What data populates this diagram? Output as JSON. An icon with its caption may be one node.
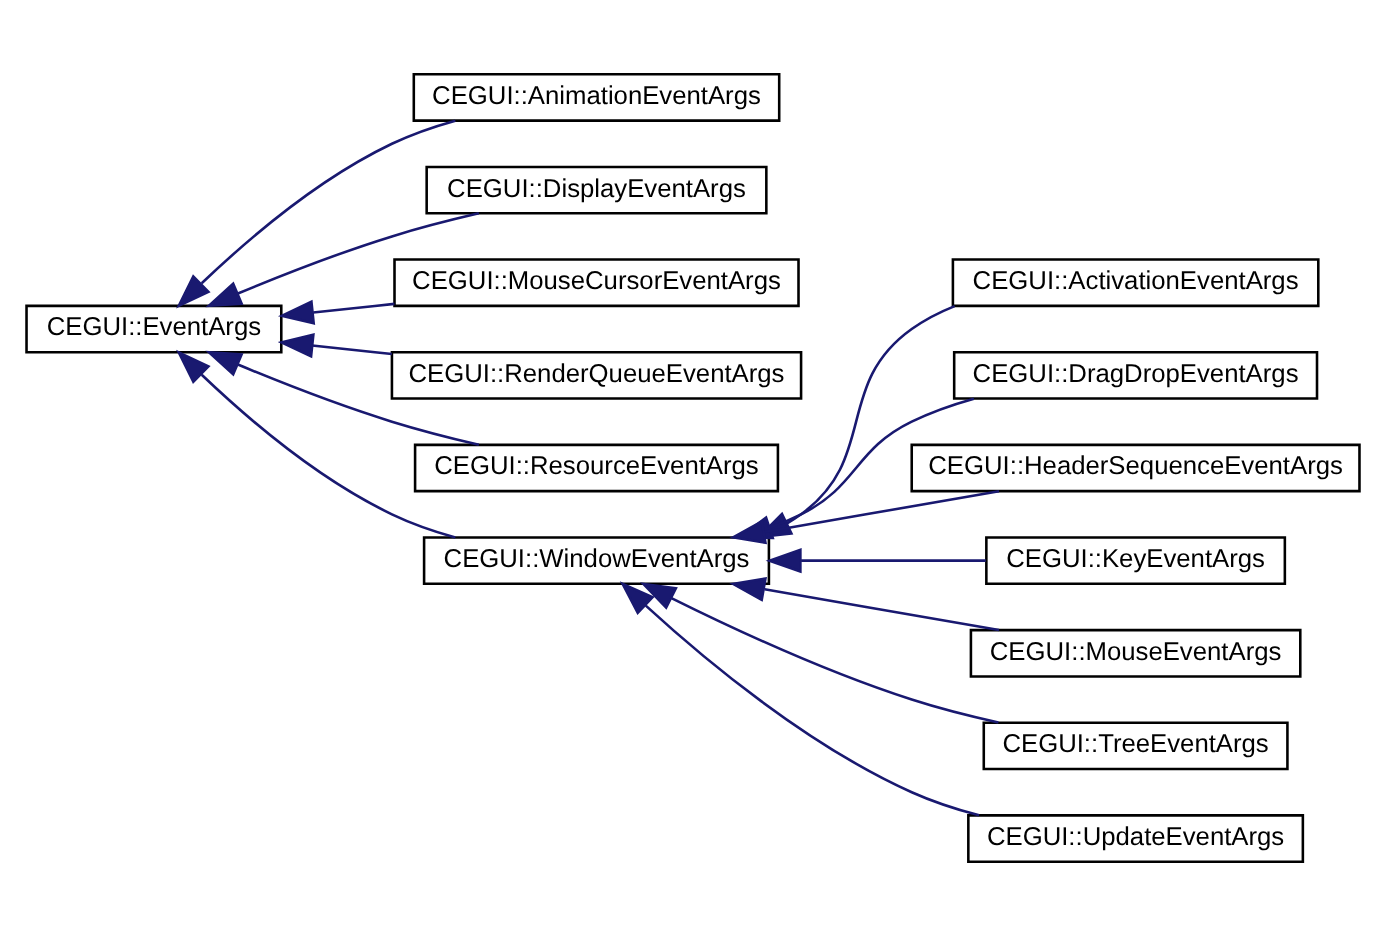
{
  "diagram": {
    "nodes": [
      {
        "text": [
          "CEGUI::EventArgs"
        ]
      },
      {
        "text": [
          "CEGUI::AnimationEventArgs"
        ]
      },
      {
        "text": [
          "CEGUI::DisplayEventArgs"
        ]
      },
      {
        "text": [
          "CEGUI::MouseCursorEventArgs"
        ]
      },
      {
        "text": [
          "CEGUI::RenderQueueEventArgs"
        ]
      },
      {
        "text": [
          "CEGUI::ResourceEventArgs"
        ]
      },
      {
        "text": [
          "CEGUI::WindowEventArgs"
        ]
      },
      {
        "text": [
          "CEGUI::ActivationEventArgs"
        ]
      },
      {
        "text": [
          "CEGUI::DragDropEventArgs"
        ]
      },
      {
        "text": [
          "CEGUI::HeaderSequenceEventArgs"
        ]
      },
      {
        "text": [
          "CEGUI::KeyEventArgs"
        ]
      },
      {
        "text": [
          "CEGUI::MouseEventArgs"
        ]
      },
      {
        "text": [
          "CEGUI::TreeEventArgs"
        ]
      },
      {
        "text": [
          "CEGUI::UpdateEventArgs"
        ]
      }
    ],
    "edges": [
      {
        "from": 1,
        "to": 0,
        "arrow": "to"
      },
      {
        "from": 2,
        "to": 0,
        "arrow": "to"
      },
      {
        "from": 3,
        "to": 0,
        "arrow": "to"
      },
      {
        "from": 4,
        "to": 0,
        "arrow": "to"
      },
      {
        "from": 5,
        "to": 0,
        "arrow": "to"
      },
      {
        "from": 6,
        "to": 0,
        "arrow": "to"
      },
      {
        "from": 7,
        "to": 6,
        "arrow": "to"
      },
      {
        "from": 8,
        "to": 6,
        "arrow": "to"
      },
      {
        "from": 9,
        "to": 6,
        "arrow": "to"
      },
      {
        "from": 10,
        "to": 6,
        "arrow": "to"
      },
      {
        "from": 11,
        "to": 6,
        "arrow": "to"
      },
      {
        "from": 12,
        "to": 6,
        "arrow": "to"
      },
      {
        "from": 13,
        "to": 6,
        "arrow": "to"
      }
    ]
  }
}
